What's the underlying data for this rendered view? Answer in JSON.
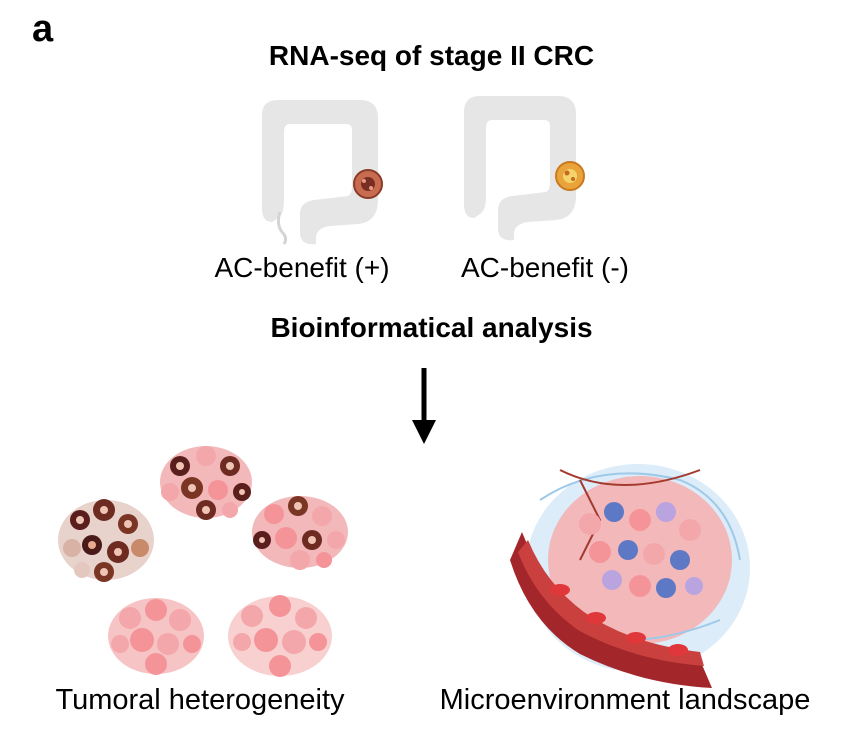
{
  "panel_letter": "a",
  "title": "RNA-seq of stage II CRC",
  "groups": [
    {
      "label": "AC-benefit (+)",
      "tumor_color": "#c96b4f"
    },
    {
      "label": "AC-benefit (-)",
      "tumor_color": "#e8a43a"
    }
  ],
  "analysis_title": "Bioinformatical analysis",
  "outputs": [
    {
      "label": "Tumoral heterogeneity"
    },
    {
      "label": "Microenvironment landscape"
    }
  ],
  "colors": {
    "colon": "#e6e6e6",
    "cell_pink": "#f4a7aa",
    "cell_dark": "#5a1f1c",
    "vessel": "#a3262a",
    "rbc": "#c8282c",
    "stroma_blue": "#9ec9e8",
    "immune_blue": "#5d78c4",
    "immune_purple": "#b9a4e0"
  }
}
